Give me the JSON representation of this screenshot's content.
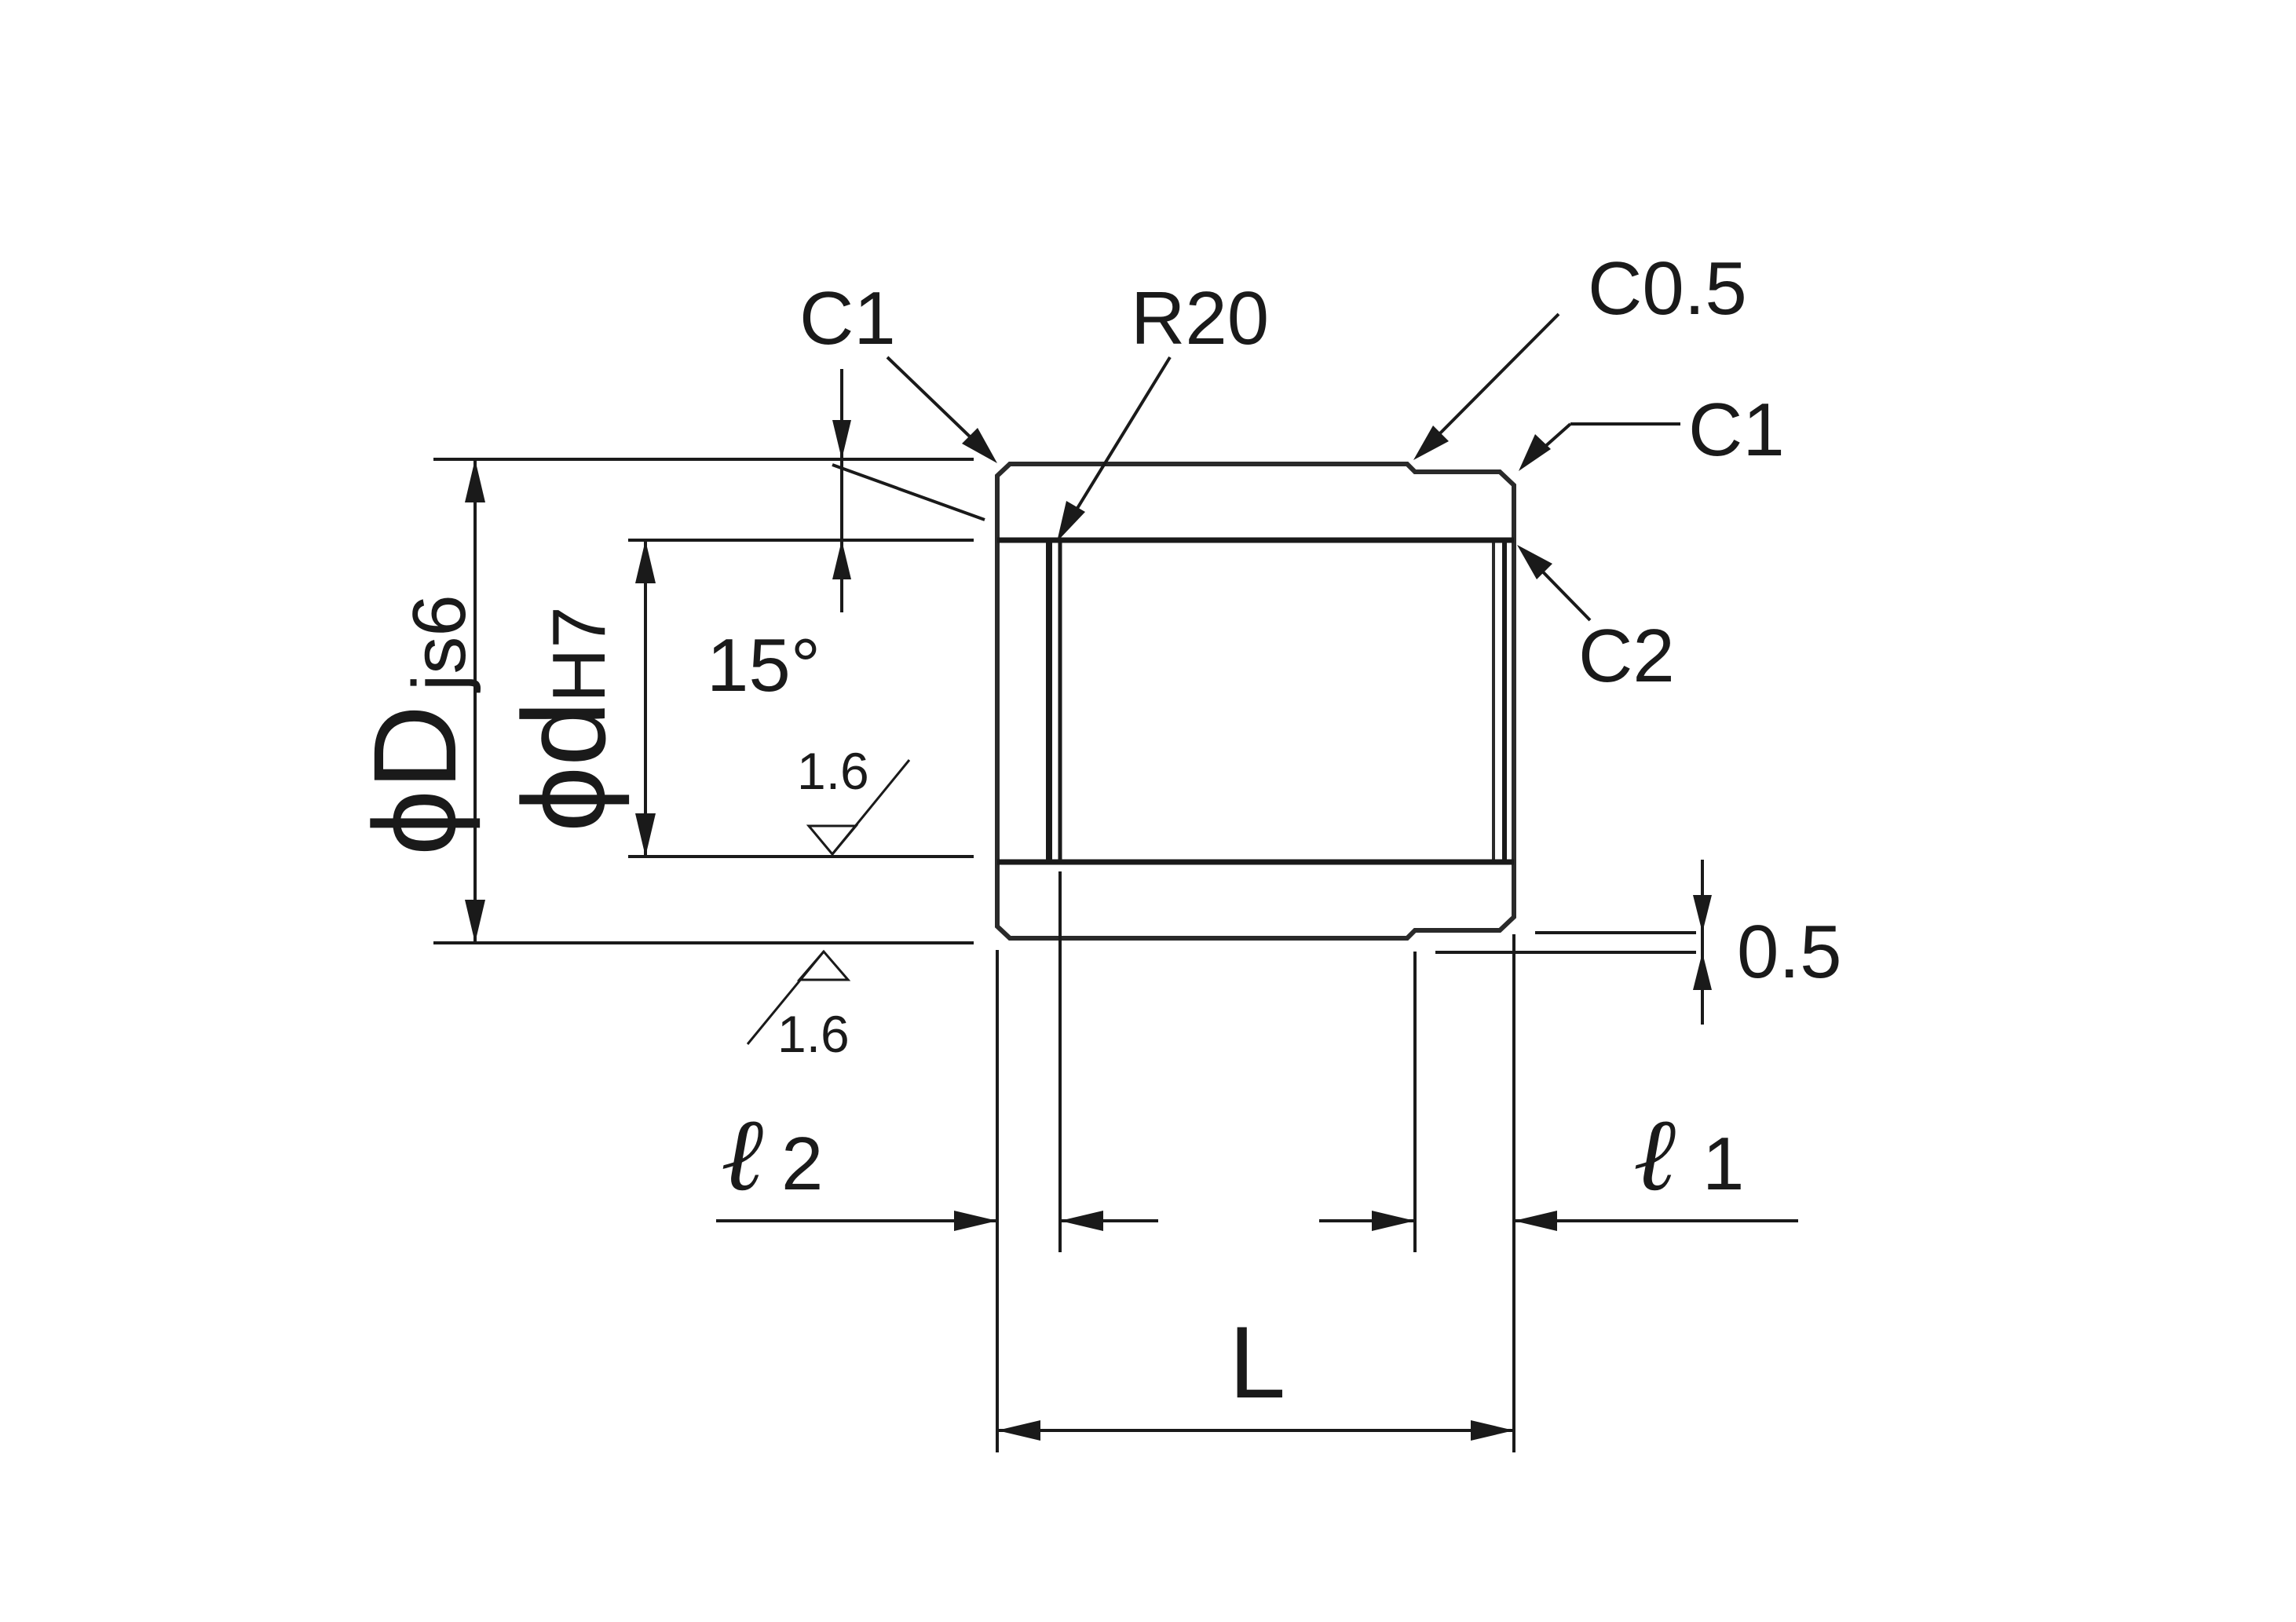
{
  "labels": {
    "c1_left": "C1",
    "r20": "R20",
    "c05": "C0.5",
    "c1_right": "C1",
    "c2": "C2",
    "angle": "15°",
    "roughness_bore": "1.6",
    "roughness_outer": "1.6",
    "offset": "0.5",
    "l2_symbol": "ℓ",
    "l2_sub": "2",
    "l1_symbol": "ℓ",
    "l1_sub": "1",
    "length": "L",
    "outer_dia_symbol": "ϕD",
    "outer_dia_tol": "js6",
    "inner_dia_symbol": "ϕd",
    "inner_dia_tol": "H7"
  },
  "colors": {
    "ink": "#1a1a1a",
    "wall_light": "#d4d4d4",
    "wall_mid": "#a9a9a9",
    "bore_dark": "#4a4a4a",
    "bore_light": "#c8c8c8"
  }
}
